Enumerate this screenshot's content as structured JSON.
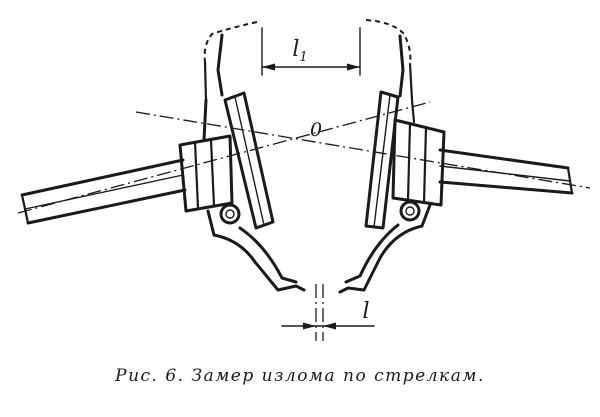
{
  "figure": {
    "labels": {
      "center": "0",
      "gap_top": "l",
      "gap_top_sub": "1",
      "gap_bottom": "l"
    },
    "caption": "Рис. 6. Замер излома по стрелкам."
  }
}
